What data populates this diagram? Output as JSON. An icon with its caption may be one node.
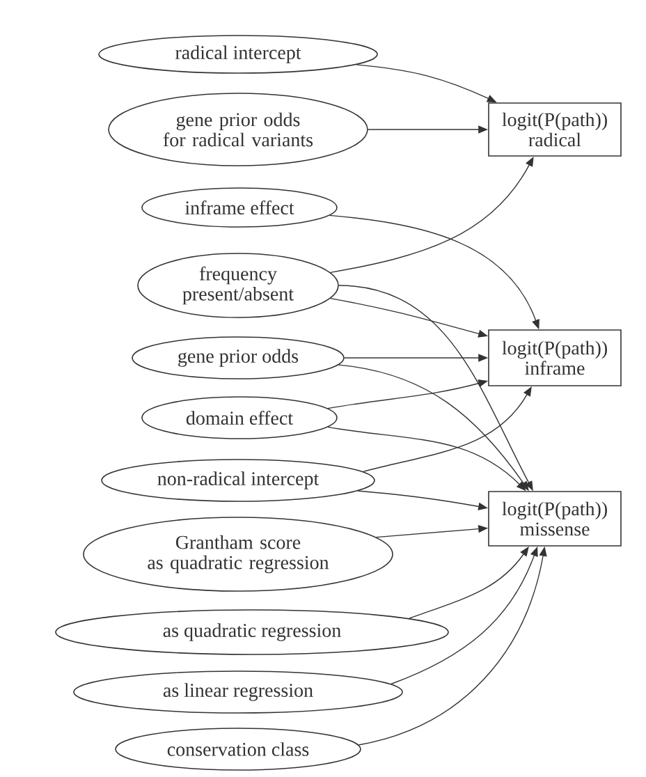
{
  "diagram": {
    "nodes": [
      {
        "text": [
          "radical intercept"
        ]
      },
      {
        "text": [
          "gene prior odds for radical variants"
        ]
      },
      {
        "text": [
          "logit(P(path)) radical"
        ]
      },
      {
        "text": [
          "inframe effect"
        ]
      },
      {
        "text": [
          "frequency present/absent"
        ]
      },
      {
        "text": [
          "gene prior odds"
        ]
      },
      {
        "text": [
          "logit(P(path)) inframe"
        ]
      },
      {
        "text": [
          "domain effect"
        ]
      },
      {
        "text": [
          "non-radical intercept"
        ]
      },
      {
        "text": [
          "logit(P(path)) missense"
        ]
      },
      {
        "text": [
          "Grantham score as quadratic regression"
        ]
      },
      {
        "text": [
          "as quadratic regression"
        ]
      },
      {
        "text": [
          "as linear regression"
        ]
      },
      {
        "text": [
          "conservation class"
        ]
      }
    ],
    "edges": [
      {
        "from": 0,
        "to": 2,
        "arrow": "to"
      },
      {
        "from": 1,
        "to": 2,
        "arrow": "to"
      },
      {
        "from": 4,
        "to": 2,
        "arrow": "to"
      },
      {
        "from": 3,
        "to": 6,
        "arrow": "to"
      },
      {
        "from": 4,
        "to": 6,
        "arrow": "to"
      },
      {
        "from": 4,
        "to": 9,
        "arrow": "to"
      },
      {
        "from": 5,
        "to": 6,
        "arrow": "to"
      },
      {
        "from": 5,
        "to": 9,
        "arrow": "to"
      },
      {
        "from": 7,
        "to": 6,
        "arrow": "to"
      },
      {
        "from": 7,
        "to": 9,
        "arrow": "to"
      },
      {
        "from": 8,
        "to": 6,
        "arrow": "to"
      },
      {
        "from": 8,
        "to": 9,
        "arrow": "to"
      },
      {
        "from": 10,
        "to": 9,
        "arrow": "to"
      },
      {
        "from": 11,
        "to": 9,
        "arrow": "to"
      },
      {
        "from": 12,
        "to": 9,
        "arrow": "to"
      },
      {
        "from": 13,
        "to": 9,
        "arrow": "to"
      }
    ]
  }
}
